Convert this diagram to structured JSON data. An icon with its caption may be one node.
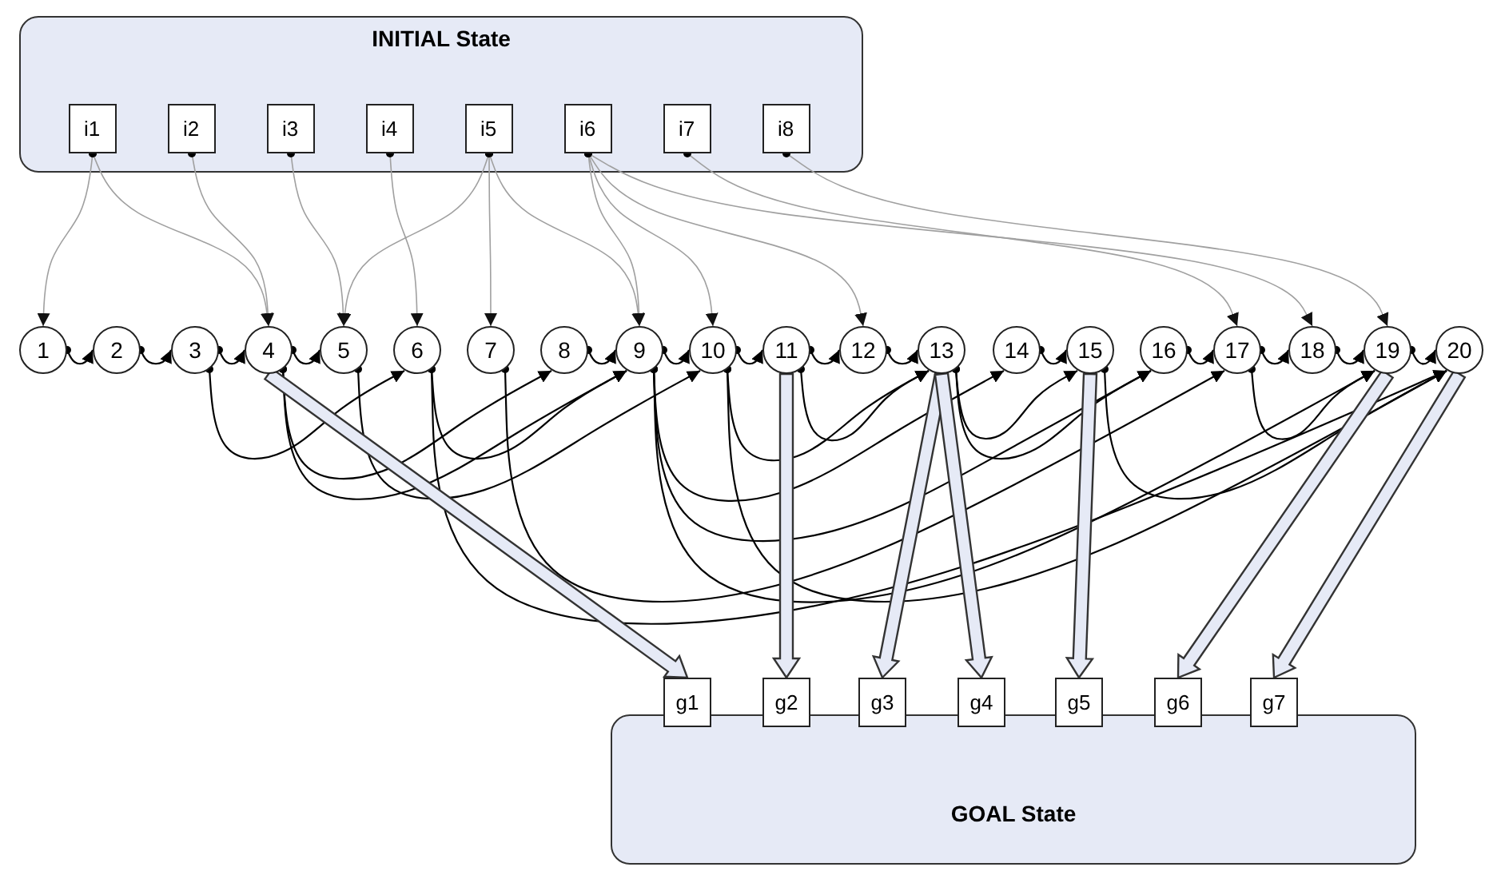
{
  "diagram": {
    "nodes": [
      {
        "text": [
          "INITIAL State"
        ]
      },
      {
        "text": [
          "i1"
        ],
        "in": 0
      },
      {
        "text": [
          "i2"
        ],
        "in": 0
      },
      {
        "text": [
          "i3"
        ],
        "in": 0
      },
      {
        "text": [
          "i4"
        ],
        "in": 0
      },
      {
        "text": [
          "i5"
        ],
        "in": 0
      },
      {
        "text": [
          "i6"
        ],
        "in": 0
      },
      {
        "text": [
          "i7"
        ],
        "in": 0
      },
      {
        "text": [
          "i8"
        ],
        "in": 0
      },
      {
        "text": [
          "1"
        ]
      },
      {
        "text": [
          "2"
        ]
      },
      {
        "text": [
          "3"
        ]
      },
      {
        "text": [
          "4"
        ]
      },
      {
        "text": [
          "5"
        ]
      },
      {
        "text": [
          "6"
        ]
      },
      {
        "text": [
          "7"
        ]
      },
      {
        "text": [
          "8"
        ]
      },
      {
        "text": [
          "9"
        ]
      },
      {
        "text": [
          "10"
        ]
      },
      {
        "text": [
          "11"
        ]
      },
      {
        "text": [
          "12"
        ]
      },
      {
        "text": [
          "13"
        ]
      },
      {
        "text": [
          "14"
        ]
      },
      {
        "text": [
          "15"
        ]
      },
      {
        "text": [
          "16"
        ]
      },
      {
        "text": [
          "17"
        ]
      },
      {
        "text": [
          "18"
        ]
      },
      {
        "text": [
          "19"
        ]
      },
      {
        "text": [
          "20"
        ]
      },
      {
        "text": [
          "GOAL State"
        ]
      },
      {
        "text": [
          "g1"
        ]
      },
      {
        "text": [
          "g2"
        ]
      },
      {
        "text": [
          "g3"
        ]
      },
      {
        "text": [
          "g4"
        ]
      },
      {
        "text": [
          "g5"
        ]
      },
      {
        "text": [
          "g6"
        ]
      },
      {
        "text": [
          "g7"
        ]
      }
    ],
    "edges": [
      {
        "from": 1,
        "to": 9,
        "arrow": "to",
        "color": "#a0a0a0"
      },
      {
        "from": 1,
        "to": 12,
        "arrow": "to",
        "color": "#a0a0a0"
      },
      {
        "from": 2,
        "to": 12,
        "arrow": "to",
        "color": "#a0a0a0"
      },
      {
        "from": 3,
        "to": 13,
        "arrow": "to",
        "color": "#a0a0a0"
      },
      {
        "from": 4,
        "to": 14,
        "arrow": "to",
        "color": "#a0a0a0"
      },
      {
        "from": 5,
        "to": 13,
        "arrow": "to",
        "color": "#a0a0a0"
      },
      {
        "from": 5,
        "to": 15,
        "arrow": "to",
        "color": "#a0a0a0"
      },
      {
        "from": 5,
        "to": 17,
        "arrow": "to",
        "color": "#a0a0a0"
      },
      {
        "from": 6,
        "to": 17,
        "arrow": "to",
        "color": "#a0a0a0"
      },
      {
        "from": 6,
        "to": 18,
        "arrow": "to",
        "color": "#a0a0a0"
      },
      {
        "from": 6,
        "to": 20,
        "arrow": "to",
        "color": "#a0a0a0"
      },
      {
        "from": 6,
        "to": 26,
        "arrow": "to",
        "color": "#a0a0a0"
      },
      {
        "from": 7,
        "to": 25,
        "arrow": "to",
        "color": "#a0a0a0"
      },
      {
        "from": 8,
        "to": 27,
        "arrow": "to",
        "color": "#a0a0a0"
      },
      {
        "from": 9,
        "to": 10,
        "arrow": "to"
      },
      {
        "from": 10,
        "to": 11,
        "arrow": "to"
      },
      {
        "from": 11,
        "to": 12,
        "arrow": "to"
      },
      {
        "from": 12,
        "to": 13,
        "arrow": "to"
      },
      {
        "from": 16,
        "to": 17,
        "arrow": "to"
      },
      {
        "from": 17,
        "to": 18,
        "arrow": "to"
      },
      {
        "from": 18,
        "to": 19,
        "arrow": "to"
      },
      {
        "from": 19,
        "to": 20,
        "arrow": "to"
      },
      {
        "from": 20,
        "to": 21,
        "arrow": "to"
      },
      {
        "from": 22,
        "to": 23,
        "arrow": "to"
      },
      {
        "from": 24,
        "to": 25,
        "arrow": "to"
      },
      {
        "from": 25,
        "to": 26,
        "arrow": "to"
      },
      {
        "from": 26,
        "to": 27,
        "arrow": "to"
      },
      {
        "from": 27,
        "to": 28,
        "arrow": "to"
      },
      {
        "from": 11,
        "to": 14,
        "arrow": "to"
      },
      {
        "from": 12,
        "to": 16,
        "arrow": "to"
      },
      {
        "from": 12,
        "to": 17,
        "arrow": "to"
      },
      {
        "from": 13,
        "to": 18,
        "arrow": "to"
      },
      {
        "from": 14,
        "to": 17,
        "arrow": "to"
      },
      {
        "from": 14,
        "to": 28,
        "arrow": "to"
      },
      {
        "from": 15,
        "to": 25,
        "arrow": "to"
      },
      {
        "from": 17,
        "to": 22,
        "arrow": "to"
      },
      {
        "from": 17,
        "to": 24,
        "arrow": "to"
      },
      {
        "from": 17,
        "to": 27,
        "arrow": "to"
      },
      {
        "from": 18,
        "to": 21,
        "arrow": "to"
      },
      {
        "from": 18,
        "to": 28,
        "arrow": "to"
      },
      {
        "from": 19,
        "to": 21,
        "arrow": "to"
      },
      {
        "from": 21,
        "to": 23,
        "arrow": "to"
      },
      {
        "from": 21,
        "to": 24,
        "arrow": "to"
      },
      {
        "from": 23,
        "to": 28,
        "arrow": "to"
      },
      {
        "from": 25,
        "to": 27,
        "arrow": "to"
      },
      {
        "from": 12,
        "to": 30,
        "arrow": "to",
        "style": "thick"
      },
      {
        "from": 19,
        "to": 31,
        "arrow": "to",
        "style": "thick"
      },
      {
        "from": 21,
        "to": 32,
        "arrow": "to",
        "style": "thick"
      },
      {
        "from": 21,
        "to": 33,
        "arrow": "to",
        "style": "thick"
      },
      {
        "from": 23,
        "to": 34,
        "arrow": "to",
        "style": "thick"
      },
      {
        "from": 27,
        "to": 35,
        "arrow": "to",
        "style": "thick"
      },
      {
        "from": 28,
        "to": 36,
        "arrow": "to",
        "style": "thick"
      }
    ]
  }
}
